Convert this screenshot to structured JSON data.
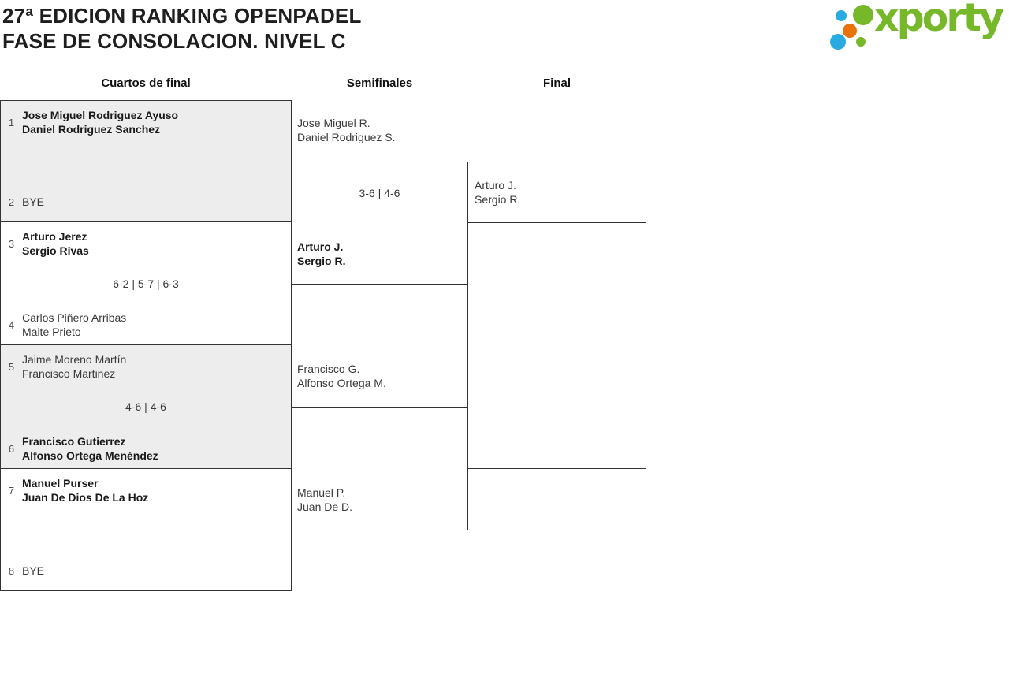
{
  "title": {
    "line1": "27ª EDICION RANKING OPENPADEL",
    "line2": "FASE DE CONSOLACION. NIVEL C"
  },
  "logo": {
    "wordmark": "xporty",
    "colors": {
      "green": "#76b82a",
      "blue": "#29abe2",
      "orange": "#e8730b"
    }
  },
  "round_headers": {
    "quarterfinals": "Cuartos de final",
    "semifinals": "Semifinales",
    "final": "Final"
  },
  "quarterfinals": [
    {
      "seed_top": "1",
      "team_top": [
        "Jose Miguel Rodriguez Ayuso",
        "Daniel Rodriguez Sanchez"
      ],
      "score": "",
      "seed_bottom": "2",
      "team_bottom": [
        "BYE"
      ]
    },
    {
      "seed_top": "3",
      "team_top": [
        "Arturo Jerez",
        "Sergio Rivas"
      ],
      "score": "6-2 | 5-7 | 6-3",
      "seed_bottom": "4",
      "team_bottom": [
        "Carlos Piñero Arribas",
        "Maite Prieto"
      ]
    },
    {
      "seed_top": "5",
      "team_top": [
        "Jaime Moreno Martín",
        "Francisco Martinez"
      ],
      "score": "4-6 | 4-6",
      "seed_bottom": "6",
      "team_bottom": [
        "Francisco Gutierrez",
        "Alfonso Ortega Menéndez"
      ]
    },
    {
      "seed_top": "7",
      "team_top": [
        "Manuel Purser",
        "Juan De Dios De La Hoz"
      ],
      "score": "",
      "seed_bottom": "8",
      "team_bottom": [
        "BYE"
      ]
    }
  ],
  "semifinals": [
    {
      "team_top": [
        "Jose Miguel R.",
        "Daniel Rodriguez S."
      ],
      "score": "3-6 | 4-6",
      "team_bottom": [
        "Arturo J.",
        "Sergio R."
      ]
    },
    {
      "team_top": [
        "Francisco G.",
        "Alfonso Ortega M."
      ],
      "score": "",
      "team_bottom": [
        "Manuel P.",
        "Juan De D."
      ]
    }
  ],
  "final": {
    "team_top": [
      "Arturo J.",
      "Sergio R."
    ]
  }
}
